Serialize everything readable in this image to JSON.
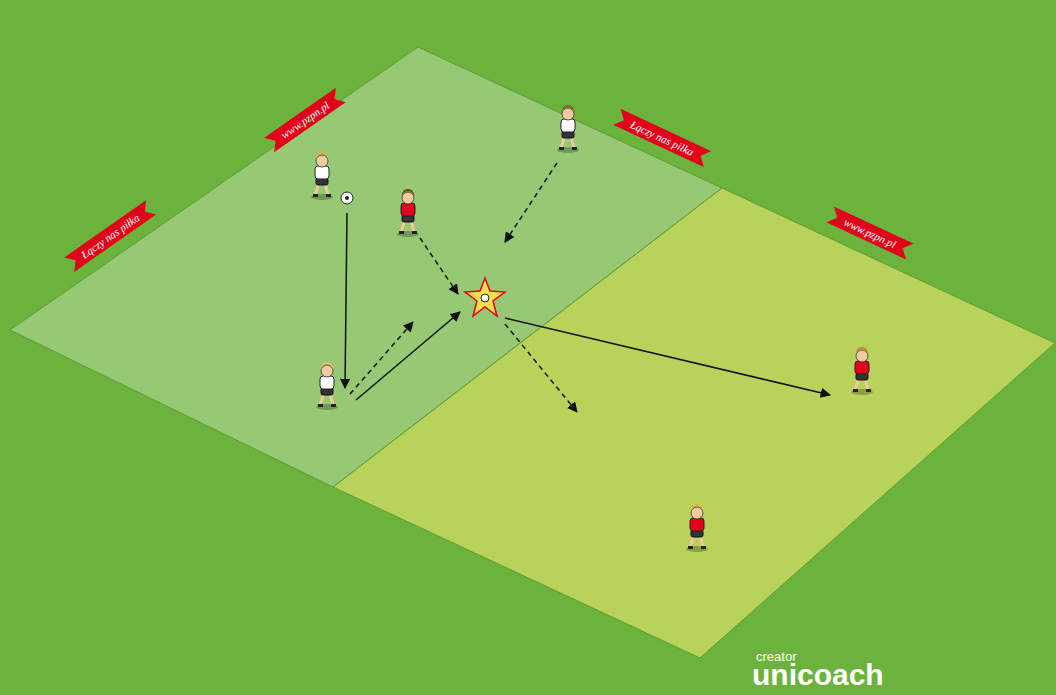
{
  "diagram": {
    "nodes": [
      {
        "text": [
          "Łączy nas piłka"
        ]
      },
      {
        "text": [
          "www.pzpn.pl"
        ]
      },
      {
        "text": [
          "Łączy nas piłka"
        ]
      },
      {
        "text": [
          "www.pzpn.pl"
        ]
      }
    ],
    "labels": [
      "creator",
      "unicoach"
    ]
  }
}
